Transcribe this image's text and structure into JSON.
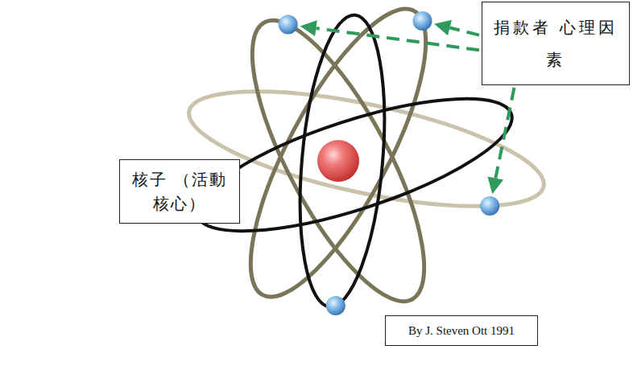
{
  "diagram": {
    "nodes": [
      {
        "text": [
          "捐款者 心理因素"
        ]
      },
      {
        "text": [
          "核子 （活動核心）"
        ]
      },
      {
        "text": [
          "By J. Steven Ott 1991"
        ]
      }
    ]
  }
}
